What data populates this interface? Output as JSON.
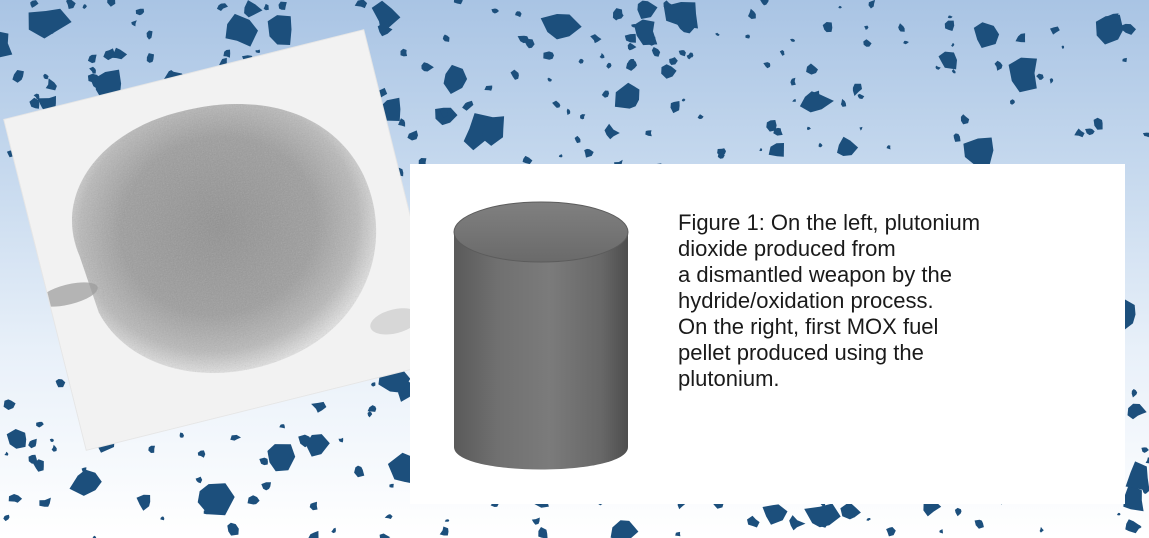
{
  "figure": {
    "caption_lines": [
      "Figure 1: On the left, plutonium",
      "dioxide produced from",
      "a dismantled weapon by the",
      "hydride/oxidation process.",
      "On the right, first MOX fuel",
      "pellet produced using the",
      "plutonium."
    ]
  },
  "colors": {
    "splatter": "#1c4f7c",
    "background_top": "#a9c4e4",
    "background_bottom": "#ffffff"
  }
}
